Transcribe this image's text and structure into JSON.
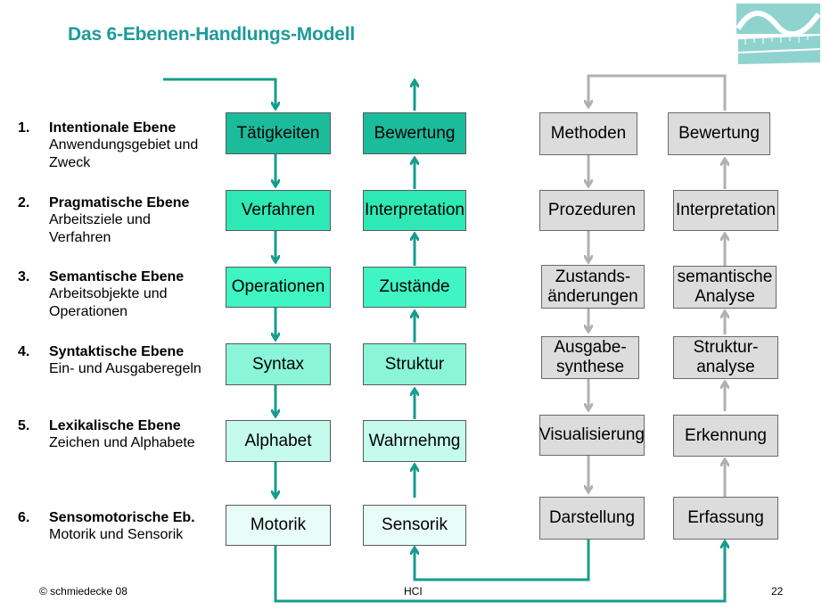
{
  "title": "Das 6-Ebenen-Handlungs-Modell",
  "levels": [
    {
      "num": "1.",
      "name": "Intentionale Ebene",
      "desc": [
        "Anwendungsgebiet und",
        "Zweck"
      ]
    },
    {
      "num": "2.",
      "name": "Pragmatische Ebene",
      "desc": [
        "Arbeitsziele und",
        "Verfahren"
      ]
    },
    {
      "num": "3.",
      "name": "Semantische Ebene",
      "desc": [
        "Arbeitsobjekte und",
        "Operationen"
      ]
    },
    {
      "num": "4.",
      "name": "Syntaktische Ebene",
      "desc": [
        "Ein- und Ausgaberegeln"
      ]
    },
    {
      "num": "5.",
      "name": "Lexikalische Ebene",
      "desc": [
        "Zeichen und Alphabete"
      ]
    },
    {
      "num": "6.",
      "name": "Sensomotorische Eb.",
      "desc": [
        "Motorik und Sensorik"
      ]
    }
  ],
  "columns": {
    "action": [
      "Tätigkeiten",
      "Verfahren",
      "Operationen",
      "Syntax",
      "Alphabet",
      "Motorik"
    ],
    "perception": [
      "Bewertung",
      "Interpretation",
      "Zustände",
      "Struktur",
      "Wahrnehmg",
      "Sensorik"
    ],
    "output": [
      "Methoden",
      "Prozeduren",
      "Zustands-\nänderungen",
      "Ausgabe-\nsynthese",
      "Visualisierung",
      "Darstellung"
    ],
    "input": [
      "Bewertung",
      "Interpretation",
      "semantische\nAnalyse",
      "Struktur-\nanalyse",
      "Erkennung",
      "Erfassung"
    ]
  },
  "colors": {
    "title": "#1e9a9a",
    "arrow_teal": "#169c8e",
    "arrow_gray": "#b0b0b0"
  },
  "footer": {
    "left": "© schmiedecke 08",
    "center": "HCI",
    "right": "22"
  }
}
